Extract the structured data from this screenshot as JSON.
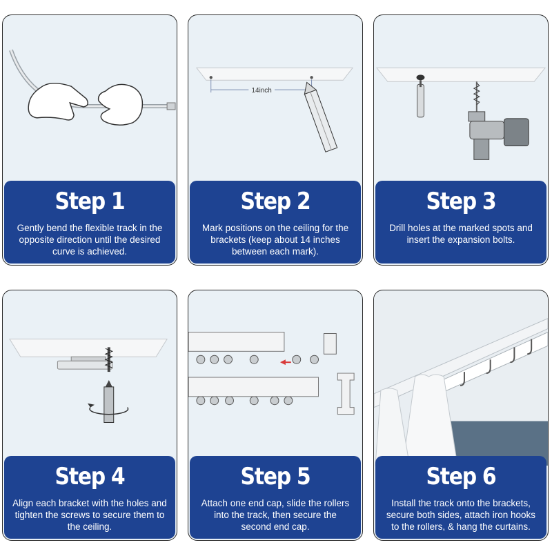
{
  "steps": [
    {
      "title": "Step 1",
      "desc": "Gently bend the flexible track in the opposite direction until the desired curve is achieved."
    },
    {
      "title": "Step 2",
      "desc": "Mark positions on the ceiling for the brackets (keep about 14 inches between each mark).",
      "measure_label": "14inch"
    },
    {
      "title": "Step 3",
      "desc": "Drill holes at the marked spots and insert the expansion bolts."
    },
    {
      "title": "Step 4",
      "desc": "Align each bracket with the holes and tighten the screws to secure them to the ceiling."
    },
    {
      "title": "Step 5",
      "desc": "Attach one end cap, slide the rollers into the track, then secure the second end cap."
    },
    {
      "title": "Step 6",
      "desc": "Install the track onto the brackets, secure both sides, attach iron hooks to the rollers, & hang the curtains."
    }
  ],
  "colors": {
    "panel": "#1e4392",
    "card_bg": "#eaf1f6",
    "arrow": "#d93a3a"
  }
}
